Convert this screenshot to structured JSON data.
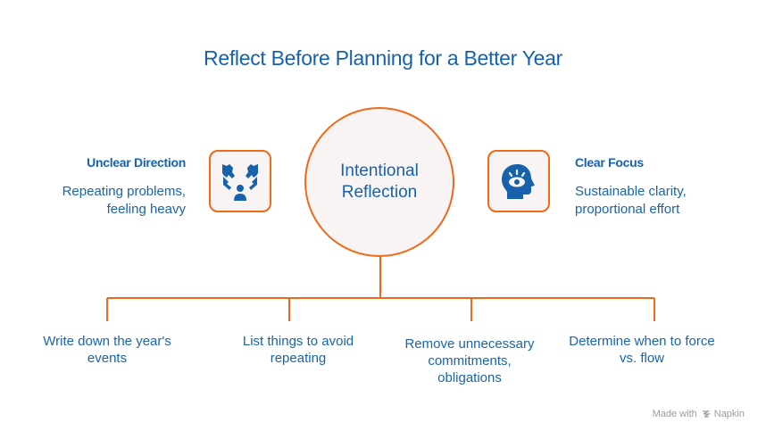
{
  "title": "Reflect Before Planning for a Better Year",
  "center": {
    "label": "Intentional Reflection"
  },
  "left": {
    "heading": "Unclear Direction",
    "description_lines": [
      "Repeating problems,",
      "feeling heavy"
    ],
    "icon": "confusion-person-icon"
  },
  "right": {
    "heading": "Clear Focus",
    "description_lines": [
      "Sustainable clarity,",
      "proportional effort"
    ],
    "icon": "head-eye-icon"
  },
  "steps": [
    {
      "lines": [
        "Write down the year's",
        "events"
      ]
    },
    {
      "lines": [
        "List things to avoid",
        "repeating"
      ]
    },
    {
      "lines": [
        "Remove unnecessary",
        "commitments,",
        "obligations"
      ]
    },
    {
      "lines": [
        "Determine when to force",
        "vs. flow"
      ]
    }
  ],
  "footer": {
    "made_with": "Made with",
    "brand": "Napkin"
  },
  "colors": {
    "accent": "#ee6a19",
    "text": "#1762ab",
    "fill": "#f8f4f3"
  }
}
